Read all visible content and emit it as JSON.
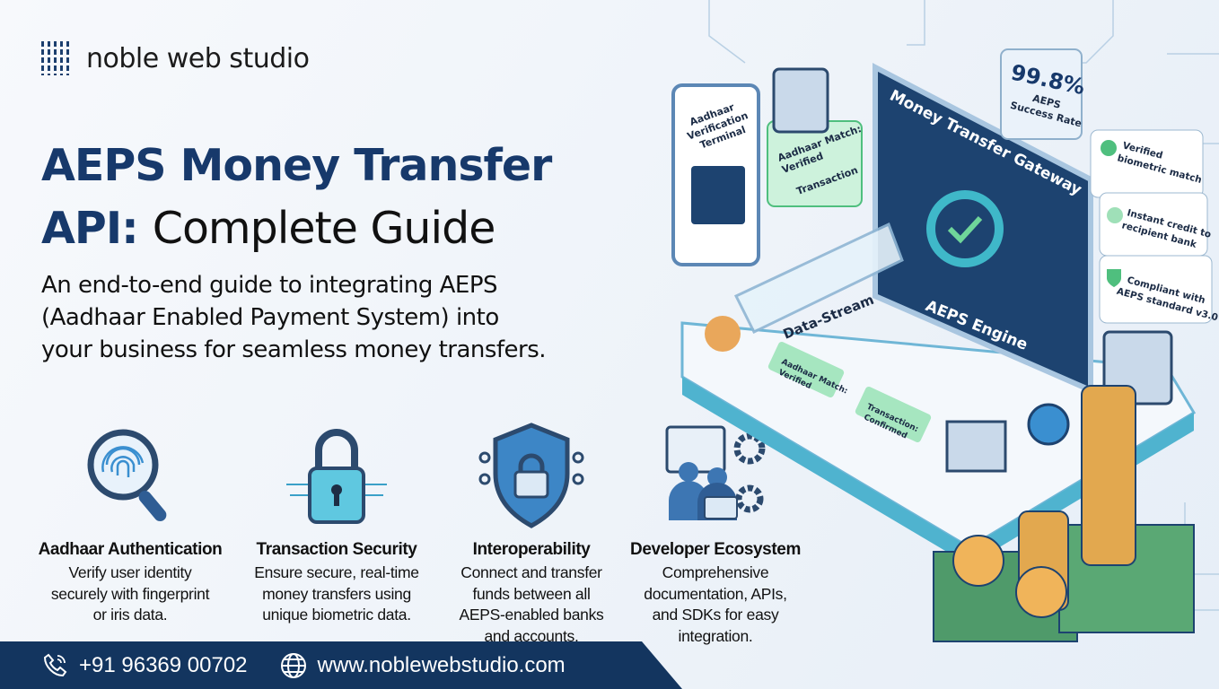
{
  "brand": {
    "name": "noble web studio",
    "logo_icon": "barcode-lines-icon"
  },
  "hero": {
    "title_bold_1": "AEPS Money Transfer",
    "title_bold_2": "API:",
    "title_light_2": "Complete Guide",
    "subtitle_lines": [
      "An end-to-end guide to integrating AEPS",
      "(Aadhaar Enabled Payment System) into",
      "your business for seamless money transfers."
    ]
  },
  "features": [
    {
      "icon": "fingerprint-magnifier-icon",
      "title": "Aadhaar Authentication",
      "desc": [
        "Verify user identity",
        "securely with fingerprint",
        "or iris data."
      ]
    },
    {
      "icon": "padlock-circuit-icon",
      "title": "Transaction Security",
      "desc": [
        "Ensure secure, real-time",
        "money transfers using",
        "unique biometric data."
      ]
    },
    {
      "icon": "shield-lock-icon",
      "title": "Interoperability",
      "desc": [
        "Connect and transfer",
        "funds between all",
        "AEPS-enabled banks",
        "and accounts."
      ]
    },
    {
      "icon": "developers-gears-icon",
      "title": "Developer Ecosystem",
      "desc": [
        "Comprehensive",
        "documentation, APIs,",
        "and SDKs for easy",
        "integration."
      ]
    }
  ],
  "footer": {
    "phone": "+91 96369 00702",
    "website": "www.noblewebstudio.com",
    "phone_icon": "phone-icon",
    "web_icon": "globe-icon"
  },
  "illustration": {
    "terminal_label": [
      "Aadhaar",
      "Verification",
      "Terminal"
    ],
    "match_bubble": [
      "Aadhaar Match:",
      "Verified",
      "Transaction"
    ],
    "gateway_title": "Money Transfer Gateway",
    "engine_label": "AEPS Engine",
    "stream_label": "Data-Stream",
    "success_rate": "99.8%",
    "success_caption": [
      "AEPS",
      "Success Rate"
    ],
    "checks": [
      [
        "Verified",
        "biometric match"
      ],
      [
        "Instant credit to",
        "recipient bank"
      ],
      [
        "Compliant with",
        "AEPS standard v3.0"
      ]
    ],
    "tag_match": [
      "Aadhaar Match:",
      "Verified"
    ],
    "tag_confirmed": [
      "Transaction:",
      "Confirmed"
    ],
    "colors": {
      "navy": "#17396b",
      "teal": "#3fb8c9",
      "green": "#6fd69a",
      "orange": "#f0a46a"
    }
  }
}
